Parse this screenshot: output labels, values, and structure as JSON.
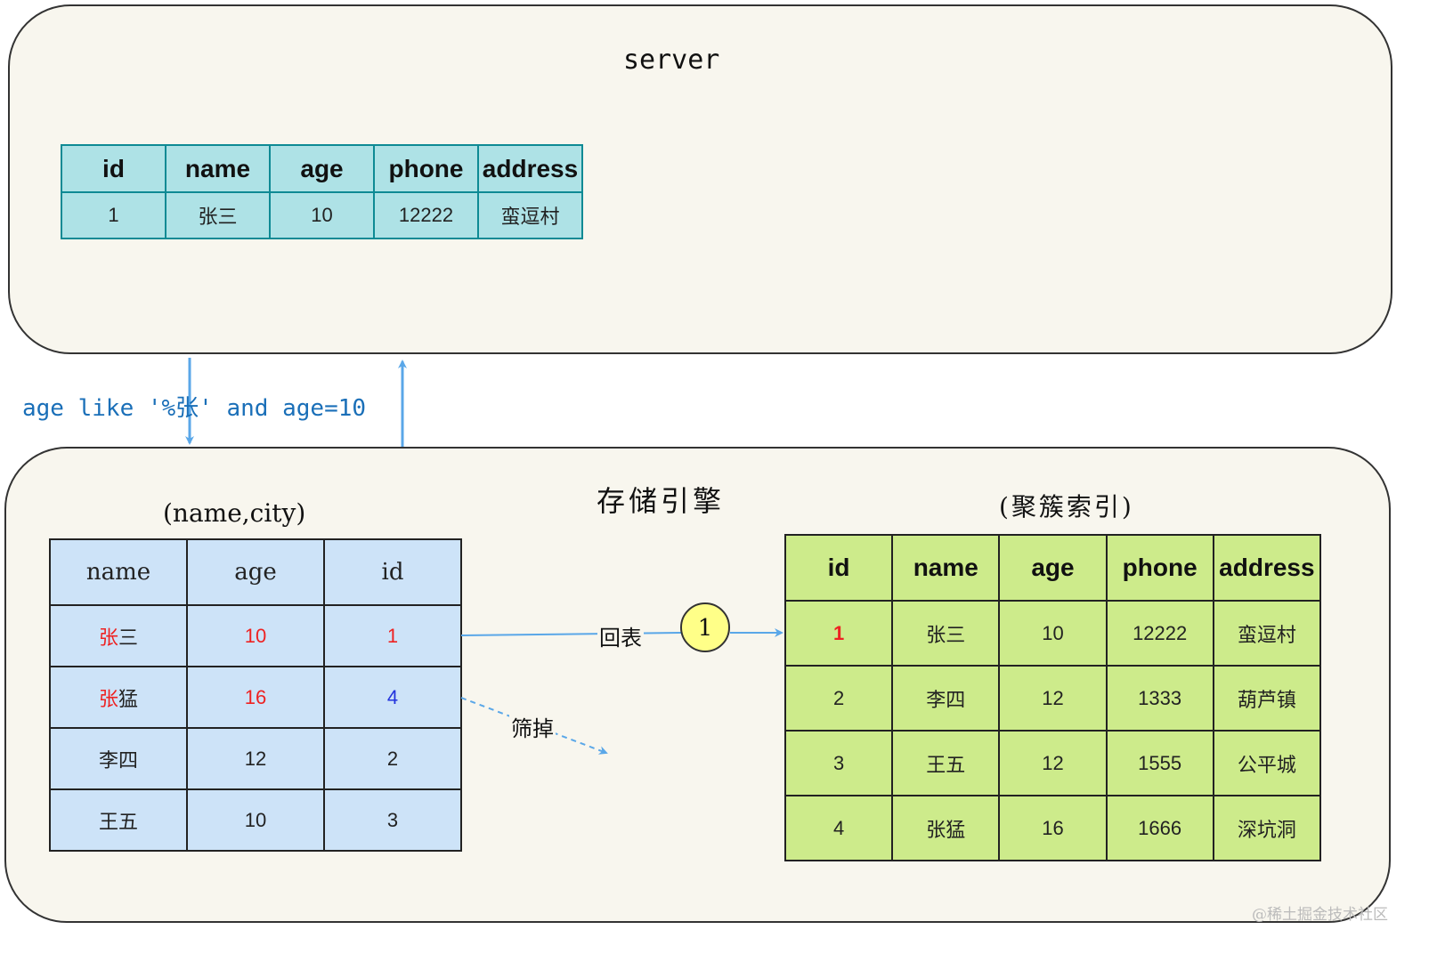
{
  "server": {
    "title": "server",
    "table": {
      "columns": [
        "id",
        "name",
        "age",
        "phone",
        "address"
      ],
      "rows": [
        [
          "1",
          "张三",
          "10",
          "12222",
          "蛮逗村"
        ]
      ]
    }
  },
  "query_label": "age like '%张' and age=10",
  "engine": {
    "title": "存储引擎",
    "index_title": "(name,city)",
    "index_table": {
      "columns": [
        "name",
        "age",
        "id"
      ],
      "rows": [
        {
          "name_prefix": "张",
          "name_rest": "三",
          "age": "10",
          "id": "1"
        },
        {
          "name_prefix": "张",
          "name_rest": "猛",
          "age": "16",
          "id": "4"
        },
        {
          "name_prefix": "",
          "name_rest": "李四",
          "age": "12",
          "id": "2"
        },
        {
          "name_prefix": "",
          "name_rest": "王五",
          "age": "10",
          "id": "3"
        }
      ]
    },
    "cluster_title": "(聚簇索引)",
    "cluster_table": {
      "columns": [
        "id",
        "name",
        "age",
        "phone",
        "address"
      ],
      "rows": [
        [
          "1",
          "张三",
          "10",
          "12222",
          "蛮逗村"
        ],
        [
          "2",
          "李四",
          "12",
          "1333",
          "葫芦镇"
        ],
        [
          "3",
          "王五",
          "12",
          "1555",
          "公平城"
        ],
        [
          "4",
          "张猛",
          "16",
          "1666",
          "深坑洞"
        ]
      ]
    },
    "lookup_label": "回表",
    "step_number": "1",
    "filter_label": "筛掉"
  },
  "watermark": "@稀土掘金技术社区",
  "colors": {
    "panel_bg": "#f8f6ee",
    "server_table_bg": "#aee2e6",
    "index_table_bg": "#cde3f8",
    "cluster_table_bg": "#cdeb8b",
    "arrow": "#5aa7e8",
    "highlight_red": "#ee2222",
    "highlight_blue": "#2233dd",
    "step_circle": "#ffff88"
  }
}
